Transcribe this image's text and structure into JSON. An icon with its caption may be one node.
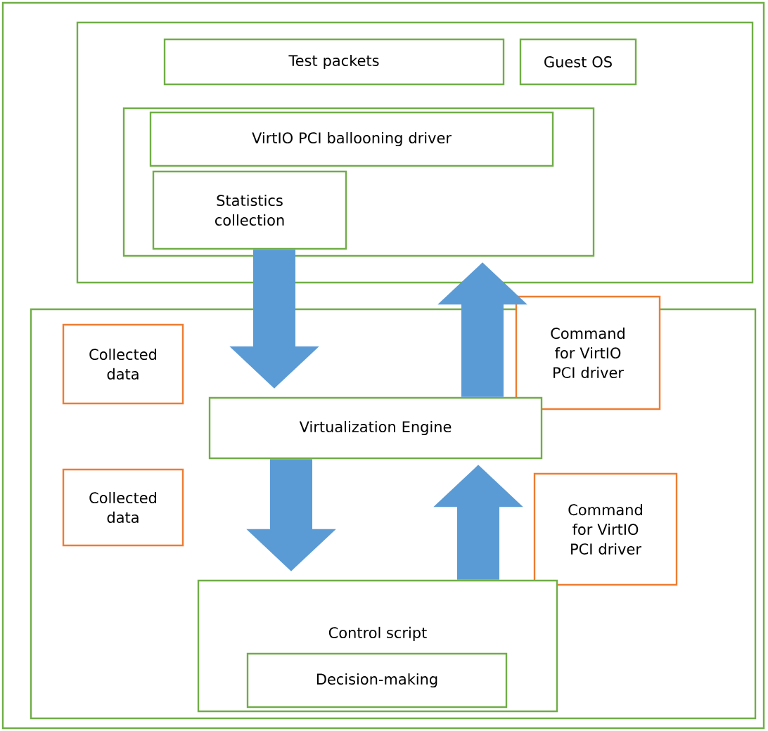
{
  "diagram": {
    "nodes": [
      {
        "text": [],
        "shape": "box"
      },
      {
        "text": [
          "Test packets"
        ],
        "in": 0
      },
      {
        "text": [
          "Guest OS"
        ],
        "in": 0
      },
      {
        "text": [],
        "shape": "box",
        "in": 0
      },
      {
        "text": [
          "VirtIO PCI ballooning driver"
        ],
        "in": 3
      },
      {
        "text": [
          "Statistics collection"
        ],
        "in": 3
      },
      {
        "text": [],
        "shape": "box"
      },
      {
        "text": [
          "Collected data"
        ],
        "in": 6
      },
      {
        "text": [
          "Command for VirtIO PCI driver"
        ]
      },
      {
        "text": [
          "Virtualization Engine"
        ],
        "in": 6
      },
      {
        "text": [
          "Collected data"
        ],
        "in": 6
      },
      {
        "text": [
          "Command for VirtIO PCI driver"
        ],
        "in": 6
      },
      {
        "text": [
          "Control script"
        ],
        "in": 6
      },
      {
        "text": [
          "Decision-making"
        ],
        "in": 12
      }
    ],
    "edges": [
      {
        "from": 5,
        "to": 9,
        "arrow": "to"
      },
      {
        "from": 9,
        "to": 0,
        "arrow": "to"
      },
      {
        "from": 9,
        "to": 12,
        "arrow": "to"
      },
      {
        "from": 12,
        "to": 9,
        "arrow": "to"
      }
    ]
  }
}
